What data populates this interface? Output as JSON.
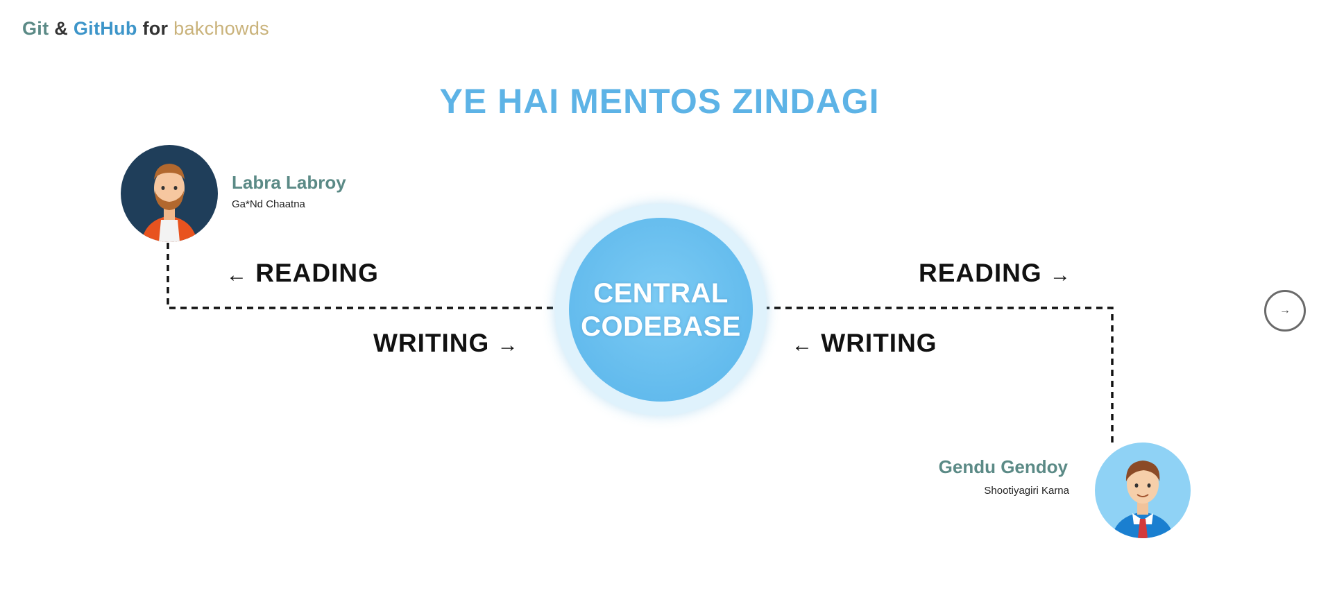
{
  "header": {
    "brand_git": "Git",
    "brand_amp": "&",
    "brand_github": "GitHub",
    "brand_for": "for",
    "brand_bak": "bakchowds"
  },
  "slide": {
    "title": "YE HAI MENTOS ZINDAGI",
    "central_line1": "CENTRAL",
    "central_line2": "CODEBASE"
  },
  "people": {
    "left": {
      "name": "Labra Labroy",
      "role": "Ga*Nd Chaatna"
    },
    "right": {
      "name": "Gendu Gendoy",
      "role": "Shootiyagiri Karna"
    }
  },
  "flows": {
    "reading_label": "READING",
    "writing_label": "WRITING",
    "arrow_left": "←",
    "arrow_right": "→"
  },
  "controls": {
    "next_icon": "→"
  },
  "colors": {
    "accent_blue": "#5db3e6",
    "name_teal": "#5b8a86",
    "avatar_left_bg": "#1f3e5a",
    "avatar_right_bg": "#8fd2f5"
  }
}
